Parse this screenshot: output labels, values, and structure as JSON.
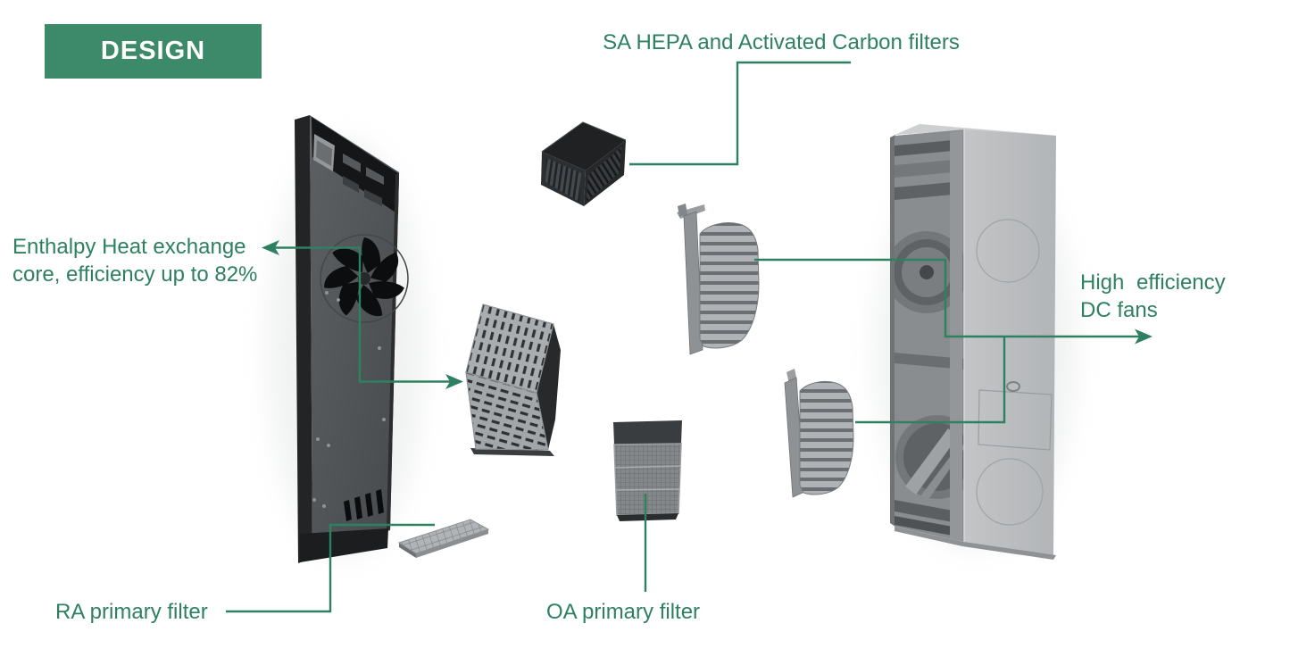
{
  "colors": {
    "accent": "#2e8160",
    "badge_bg": "#3c8a69",
    "badge_text": "#ffffff"
  },
  "badge": {
    "label": "DESIGN"
  },
  "labels": {
    "sa_hepa": "SA HEPA and Activated Carbon filters",
    "enthalpy_line1": "Enthalpy Heat exchange",
    "enthalpy_line2": "core, efficiency up to 82%",
    "dc_fans_line1": "High efficiency",
    "dc_fans_line2": "DC fans",
    "ra_filter": "RA primary filter",
    "oa_filter": "OA primary filter"
  }
}
